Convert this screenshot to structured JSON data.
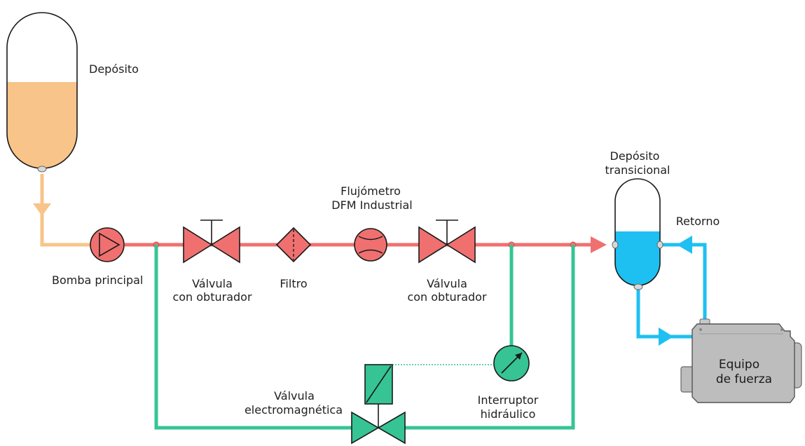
{
  "labels": {
    "deposito": "Depósito",
    "bomba": "Bomba principal",
    "valvula1_l1": "Válvula",
    "valvula1_l2": "con obturador",
    "filtro": "Filtro",
    "flujometro_l1": "Flujómetro",
    "flujometro_l2": "DFM Industrial",
    "valvula2_l1": "Válvula",
    "valvula2_l2": "con obturador",
    "transicional_l1": "Depósito",
    "transicional_l2": "transicional",
    "retorno": "Retorno",
    "interruptor_l1": "Interruptor",
    "interruptor_l2": "hidráulico",
    "electro_l1": "Válvula",
    "electro_l2": "electromagnética",
    "equipo_l1": "Equipo",
    "equipo_l2": "de fuerza"
  },
  "colors": {
    "fuel_line": "#f8c48a",
    "fuel_fill": "#f8c48a",
    "main_line": "#f07070",
    "bypass_line": "#36c495",
    "return_line": "#1ec0f2",
    "power_unit": "#bdbdbd",
    "outline": "#1a1a1a"
  },
  "levels": {
    "main_tank_fill_fraction": 0.56,
    "transitional_tank_fill_fraction": 0.52
  }
}
